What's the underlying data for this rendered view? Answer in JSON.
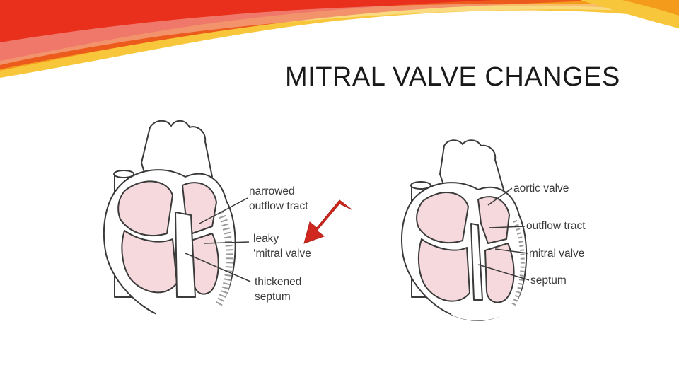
{
  "slide": {
    "title": "MITRAL VALVE CHANGES"
  },
  "diagram_left": {
    "labels": {
      "narrowed": "narrowed",
      "outflow_tract": "outflow tract",
      "leaky": "leaky",
      "mitral_valve": "‘mitral valve",
      "thickened": "thickened",
      "septum": "septum"
    }
  },
  "diagram_right": {
    "labels": {
      "aortic_valve": "aortic valve",
      "outflow_tract": "outflow tract",
      "mitral_valve": "mitral valve",
      "septum": "septum"
    }
  },
  "colors": {
    "heart_fill": "#f6d9dd",
    "heart_outline": "#3a3a3a",
    "arrow": "#d0281f",
    "swoosh_red": "#e8301c",
    "swoosh_orange": "#f49b1c",
    "swoosh_yellow": "#f7c63a"
  }
}
